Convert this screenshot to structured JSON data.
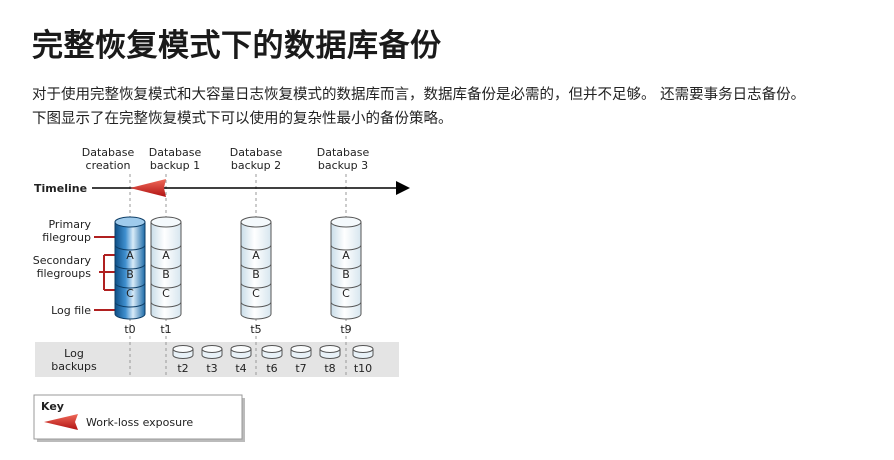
{
  "page": {
    "title": "完整恢复模式下的数据库备份",
    "intro_line1": "对于使用完整恢复模式和大容量日志恢复模式的数据库而言，数据库备份是必需的，但并不足够。 还需要事务日志备份。",
    "intro_line2": "下图显示了在完整恢复模式下可以使用的复杂性最小的备份策略。"
  },
  "diagram": {
    "events": [
      {
        "line1": "Database",
        "line2": "creation"
      },
      {
        "line1": "Database",
        "line2": "backup 1"
      },
      {
        "line1": "Database",
        "line2": "backup 2"
      },
      {
        "line1": "Database",
        "line2": "backup 3"
      }
    ],
    "timeline_label": "Timeline",
    "labels": {
      "primary_1": "Primary",
      "primary_2": "filegroup",
      "secondary_1": "Secondary",
      "secondary_2": "filegroups",
      "log_file": "Log file",
      "log_backups_1": "Log",
      "log_backups_2": "backups"
    },
    "filegroup_letters": [
      "A",
      "B",
      "C"
    ],
    "db_times": [
      "t0",
      "t1",
      "t5",
      "t9"
    ],
    "log_times": [
      "t2",
      "t3",
      "t4",
      "t6",
      "t7",
      "t8",
      "t10"
    ],
    "key": {
      "title": "Key",
      "item": "Work-loss exposure"
    },
    "colors": {
      "arrow_red": "#d42020",
      "bracket_red": "#b02020",
      "cylinder_blue": "#1b6aa8",
      "backup_band": "#e4e4e4"
    }
  }
}
